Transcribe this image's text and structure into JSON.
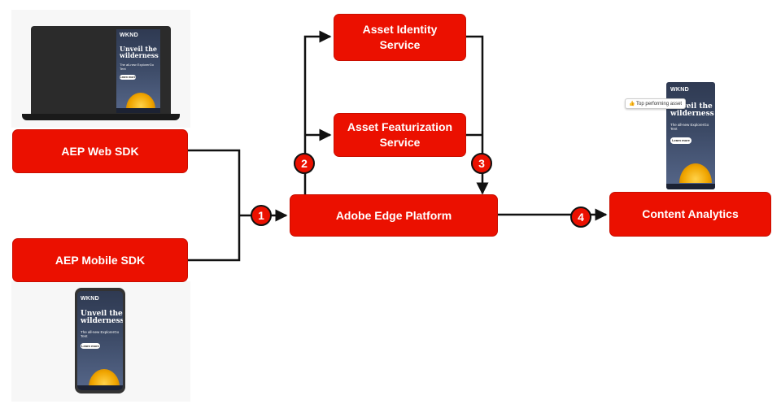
{
  "nodes": {
    "web_sdk": "AEP Web SDK",
    "mobile_sdk": "AEP Mobile SDK",
    "edge": "Adobe Edge Platform",
    "identity": "Asset Identity Service",
    "featurization": "Asset Featurization Service",
    "analytics": "Content Analytics"
  },
  "steps": [
    "1",
    "2",
    "3",
    "4"
  ],
  "banner": {
    "logo": "WKND",
    "headline": "Unveil the wilderness",
    "subline": "The all-new ExplorerGo Tent",
    "cta": "Learn more"
  },
  "tooltip": "Top performing asset",
  "colors": {
    "accent": "#eb1000",
    "line": "#111111"
  }
}
